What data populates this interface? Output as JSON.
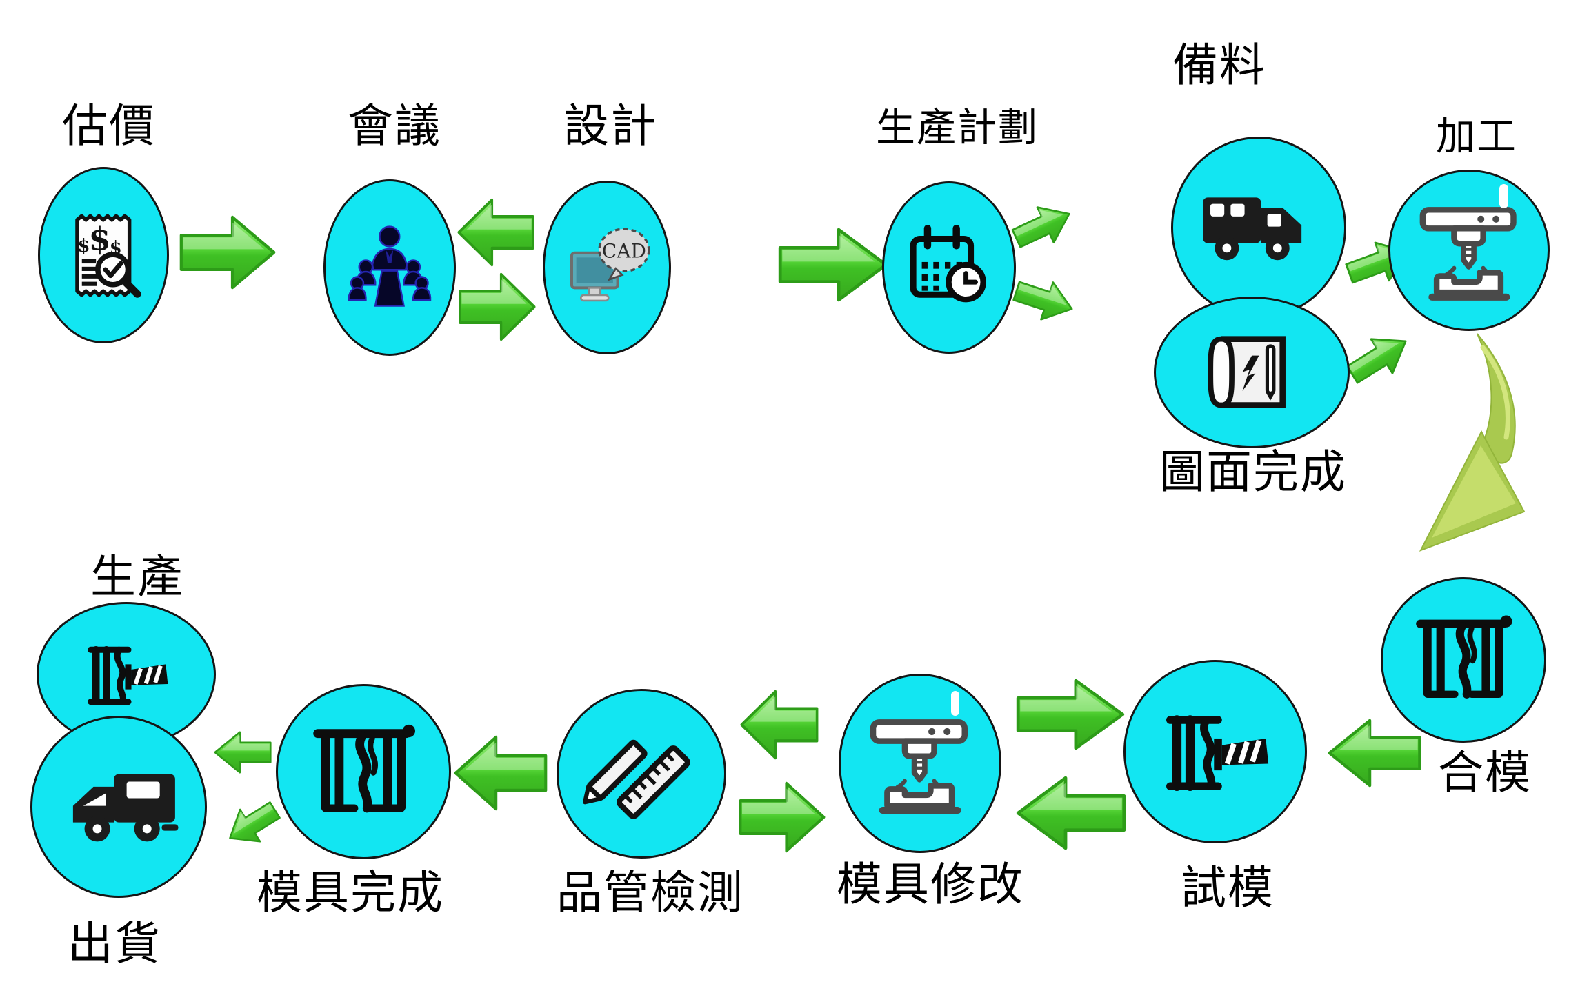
{
  "diagram_title": "",
  "colors": {
    "node_fill": "#12E6F2",
    "node_border": "#151515",
    "arrow_green": "#46C52C",
    "arrow_green_light": "#9BEE7F",
    "arrow_green_dark": "#2D9C18",
    "curved_arrow_olive": "#A9C94F",
    "curved_arrow_highlight": "#D3E67E",
    "label_color": "#000000",
    "meeting_icon_navy": "#060628",
    "cad_bubble_grey": "#D9D9D9",
    "monitor_teal": "#59AAB8"
  },
  "nodes": [
    {
      "id": "estimate",
      "label": "估價",
      "icon": "quote-icon"
    },
    {
      "id": "meeting",
      "label": "會議",
      "icon": "meeting-icon"
    },
    {
      "id": "design",
      "label": "設計",
      "icon": "cad-icon"
    },
    {
      "id": "production-plan",
      "label": "生產計劃",
      "icon": "calendar-clock-icon"
    },
    {
      "id": "material-prep",
      "label": "備料",
      "icon": "truck-right-icon"
    },
    {
      "id": "drawing-complete",
      "label": "圖面完成",
      "icon": "blueprint-icon"
    },
    {
      "id": "machining",
      "label": "加工",
      "icon": "milling-machine-icon"
    },
    {
      "id": "mold-assembly",
      "label": "合模",
      "icon": "mold-icon"
    },
    {
      "id": "mold-trial",
      "label": "試模",
      "icon": "mold-screw-icon"
    },
    {
      "id": "mold-modify",
      "label": "模具修改",
      "icon": "milling-machine-icon"
    },
    {
      "id": "qc",
      "label": "品管檢測",
      "icon": "pencil-ruler-icon"
    },
    {
      "id": "mold-complete",
      "label": "模具完成",
      "icon": "mold-icon"
    },
    {
      "id": "production",
      "label": "生產",
      "icon": "mold-screw-icon"
    },
    {
      "id": "shipping",
      "label": "出貨",
      "icon": "truck-left-icon"
    }
  ],
  "cad_bubble_text": "CAD",
  "dollar_main": "$",
  "dollar_small_left": "$",
  "dollar_small_right": "$",
  "connections": [
    {
      "from": "estimate",
      "to": "meeting"
    },
    {
      "from": "design",
      "to": "meeting"
    },
    {
      "from": "meeting",
      "to": "design"
    },
    {
      "from": "design",
      "to": "production-plan"
    },
    {
      "from": "production-plan",
      "to": "material-prep"
    },
    {
      "from": "production-plan",
      "to": "drawing-complete"
    },
    {
      "from": "material-prep",
      "to": "machining"
    },
    {
      "from": "drawing-complete",
      "to": "machining"
    },
    {
      "from": "machining",
      "to": "mold-assembly"
    },
    {
      "from": "mold-assembly",
      "to": "mold-trial"
    },
    {
      "from": "mold-modify",
      "to": "mold-trial"
    },
    {
      "from": "mold-trial",
      "to": "mold-modify"
    },
    {
      "from": "mold-modify",
      "to": "qc"
    },
    {
      "from": "qc",
      "to": "mold-modify"
    },
    {
      "from": "qc",
      "to": "mold-complete"
    },
    {
      "from": "mold-complete",
      "to": "production"
    },
    {
      "from": "mold-complete",
      "to": "shipping"
    }
  ]
}
